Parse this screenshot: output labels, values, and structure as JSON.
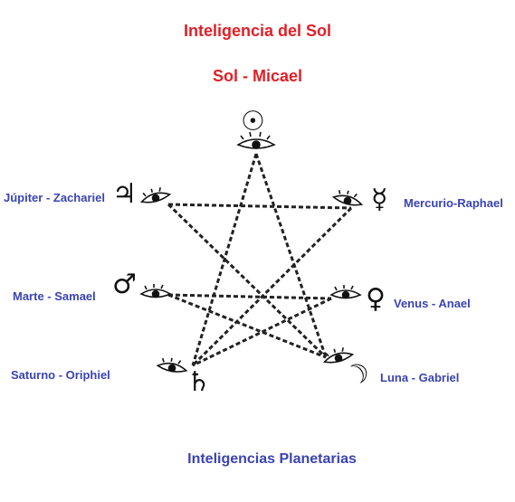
{
  "title": "Inteligencia del Sol",
  "subtitle": "Sol - Micael",
  "caption": "Inteligencias Planetarias",
  "labels": {
    "jupiter": "Júpiter - Zachariel",
    "mercurio": "Mercurio-Raphael",
    "marte": "Marte - Samael",
    "venus": "Venus - Anael",
    "saturno": "Saturno - Oriphiel",
    "luna": "Luna - Gabriel"
  },
  "symbols": {
    "sol": "☉",
    "jupiter": "♃",
    "mercurio": "☿",
    "marte": "♂",
    "venus": "♀",
    "saturno": "♄",
    "luna": "☽"
  },
  "colors": {
    "title": "#e21f26",
    "label": "#3a43b3",
    "ink": "#111111"
  }
}
